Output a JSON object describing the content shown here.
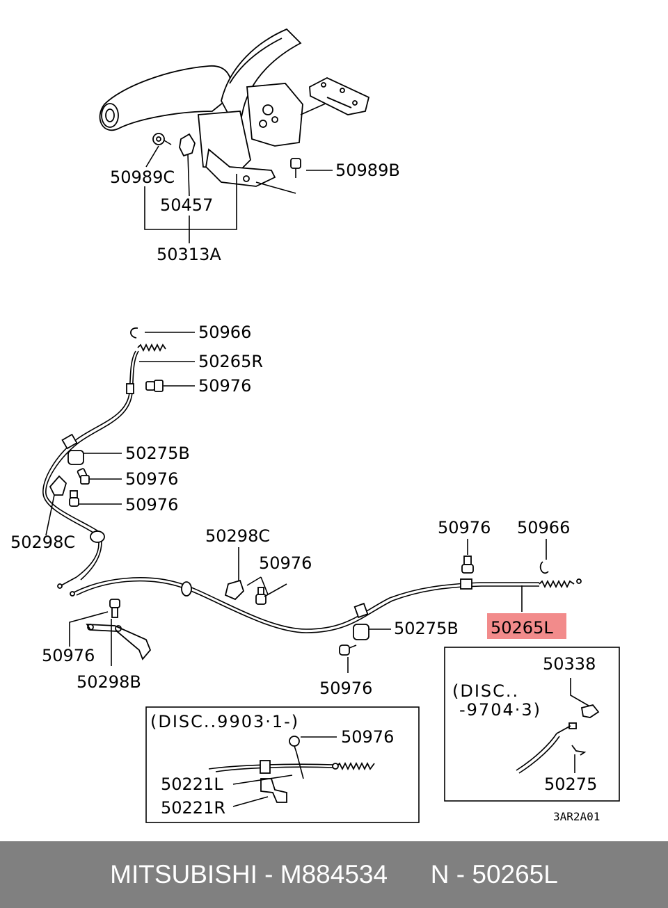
{
  "labels": {
    "p50989C": "50989C",
    "p50989B": "50989B",
    "p50457": "50457",
    "p50313A": "50313A",
    "p50966_top": "50966",
    "p50265R": "50265R",
    "p50976_a": "50976",
    "p50275B_a": "50275B",
    "p50976_b": "50976",
    "p50976_c": "50976",
    "p50298C_left": "50298C",
    "p50298C_mid": "50298C",
    "p50976_d": "50976",
    "p50976_e": "50976",
    "p50966_right": "50966",
    "p50265L": "50265L",
    "p50275B_b": "50275B",
    "p50976_f": "50976",
    "p50298B": "50298B",
    "p50976_g": "50976",
    "p50338": "50338",
    "p50275": "50275",
    "p50976_h": "50976",
    "p50221L": "50221L",
    "p50221R": "50221R"
  },
  "notes": {
    "box_right_line1": "(DISC..",
    "box_right_line2": "-9704·3)",
    "box_bottom_line1": "(DISC..9903·1-)",
    "figure_code": "3AR2A01"
  },
  "highlight_color": "#f28b8b",
  "footer": {
    "brand": "MITSUBISHI",
    "separator": " - ",
    "part_number": "M884534",
    "ref": "N - 50265L"
  }
}
